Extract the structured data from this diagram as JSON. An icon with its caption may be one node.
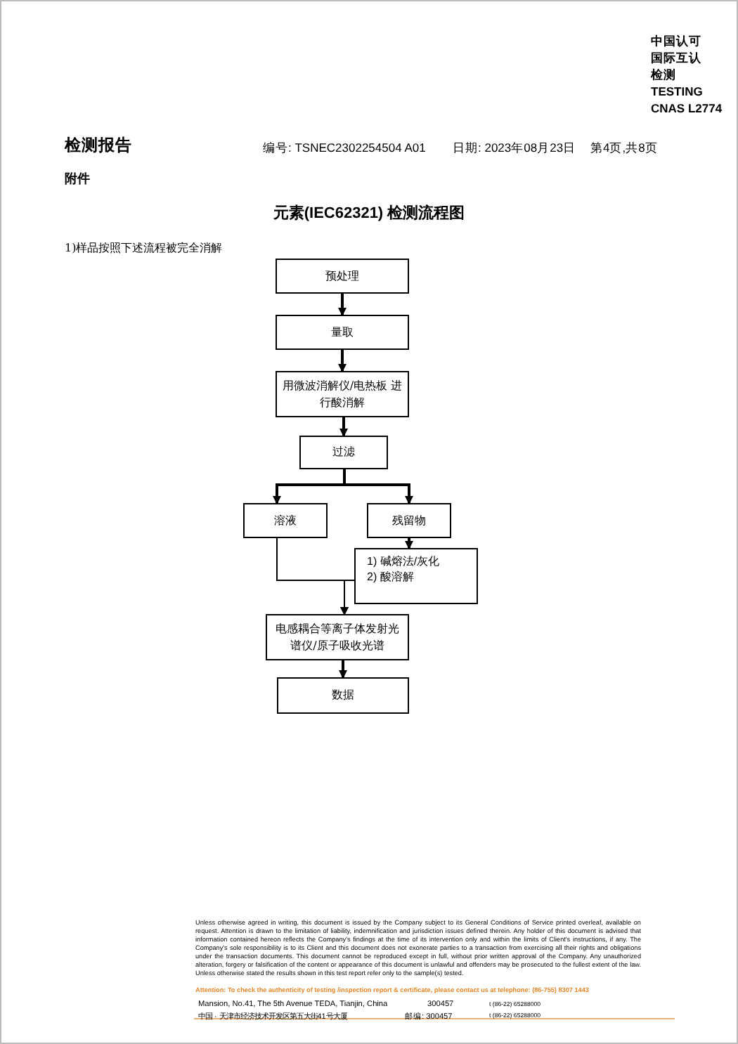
{
  "diagram": {
    "title": "元素(IEC62321) 检测流程图",
    "nodes": [
      {
        "text": [
          "预处理"
        ]
      },
      {
        "text": [
          "量取"
        ]
      },
      {
        "text": [
          "用微波消解仪/电热板 进行酸消解"
        ]
      },
      {
        "text": [
          "过滤"
        ]
      },
      {
        "text": [
          "溶液"
        ]
      },
      {
        "text": [
          "残留物"
        ]
      },
      {
        "text": [
          "1) 碱熔法/灰化",
          "2) 酸溶解"
        ]
      },
      {
        "text": [
          "电感耦合等离子体发射光谱仪/原子吸收光谱"
        ]
      },
      {
        "text": [
          "数据"
        ]
      }
    ],
    "edges": [
      {
        "from": 0,
        "to": 1,
        "arrow": "to"
      },
      {
        "from": 1,
        "to": 2,
        "arrow": "to"
      },
      {
        "from": 2,
        "to": 3,
        "arrow": "to"
      },
      {
        "from": 3,
        "to": 4,
        "arrow": "to"
      },
      {
        "from": 3,
        "to": 5,
        "arrow": "to"
      },
      {
        "from": 5,
        "to": 6,
        "arrow": "to"
      },
      {
        "from": 4,
        "to": 7,
        "arrow": "to"
      },
      {
        "from": 6,
        "to": 7,
        "arrow": "to"
      },
      {
        "from": 7,
        "to": 8,
        "arrow": "to"
      }
    ],
    "labels": [
      "中国认可",
      "国际互认",
      "检测",
      "TESTING",
      "CNAS L2774",
      "检测报告",
      "编号: TSNEC2302254504  A01",
      "日期: 2023年08月23日",
      "第4页,共8页",
      "附件",
      "1)样品按照下述流程被完全消解",
      "Unless otherwise agreed in writing, this document is issued by the Company subject to its General Conditions of Service printed overleaf, available on request. Attention is drawn to the limitation of liability, indemnification and jurisdiction issues defined therein. Any holder of this document is advised that information contained hereon reflects the Company's findings at the time of its intervention only and within the limits of Client's instructions, if any. The Company's sole responsibility is to its Client and this document does not exonerate parties to a transaction from exercising all their rights and obligations under the transaction documents. This document cannot be reproduced except in full, without prior written approval of the Company. Any unauthorized alteration, forgery or falsification of the content or appearance of this document is unlawful and offenders may be prosecuted to the fullest extent of the law. Unless otherwise stated the results shown in this test report refer only to the sample(s) tested.",
      "Attention: To check the authenticity of testing /inspection report & certificate, please contact us at telephone: (86-755) 8307 1443",
      "Mansion, No.41, The 5th Avenue TEDA, Tianjin, China",
      "300457",
      "t (86-22) 65288000",
      "中国 · 天津市经济技术开发区第五大街41号大厦",
      "邮编: 300457",
      "t (86-22) 65288000"
    ]
  }
}
